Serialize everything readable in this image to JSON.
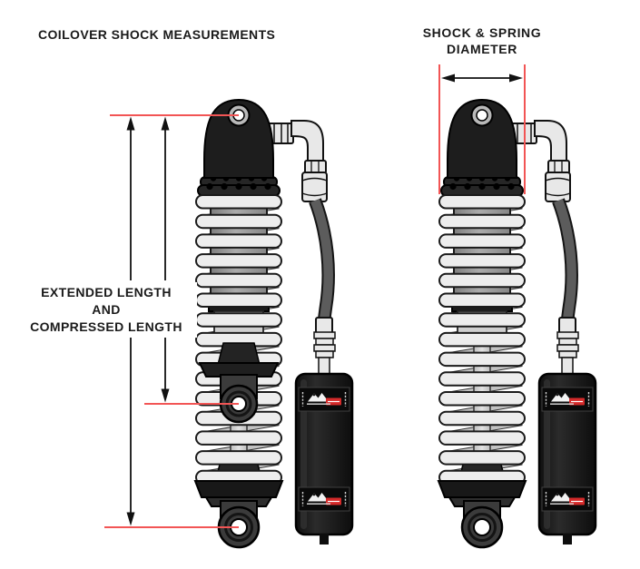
{
  "titles": {
    "left": "COILOVER SHOCK MEASUREMENTS",
    "right_line1": "SHOCK & SPRING",
    "right_line2": "DIAMETER"
  },
  "labels": {
    "length_line1": "EXTENDED LENGTH",
    "length_line2": "AND",
    "length_line3": "COMPRESSED LENGTH"
  },
  "icons": {
    "reservoir_sticker_logo": "mountain-logo"
  },
  "colors": {
    "background": "#ffffff",
    "measurement_line": "#f25555",
    "arrow": "#111111",
    "text": "#1a1a1a",
    "shock_black": "#1d1d1d",
    "body_gray": "#9a9a9a",
    "spring_light": "#ededed",
    "lower_mount_gray": "#3b3b3b",
    "reservoir_black": "#181818",
    "hose_gray": "#5c5c5c",
    "fitting_silver": "#e8e8e8",
    "logo_red": "#d42a2a"
  }
}
